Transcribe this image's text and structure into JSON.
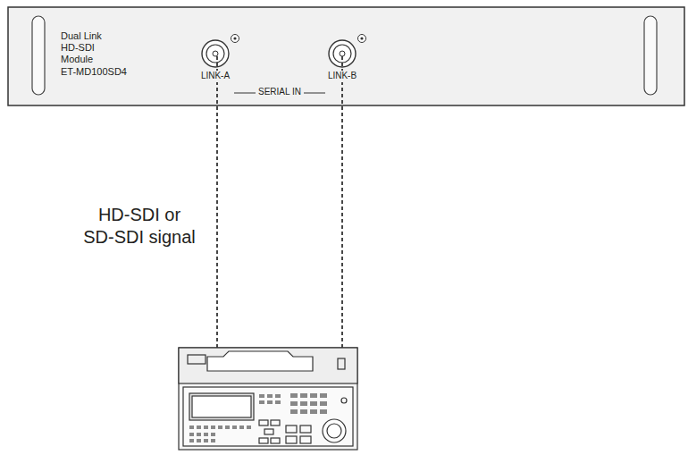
{
  "diagram": {
    "nodes": [
      {
        "text": [
          "Dual Link HD-SDI Module ET-MD100SD4"
        ]
      }
    ],
    "labels": [
      "LINK-A",
      "LINK-B",
      "SERIAL IN",
      "HD-SDI or SD-SDI signal"
    ]
  }
}
